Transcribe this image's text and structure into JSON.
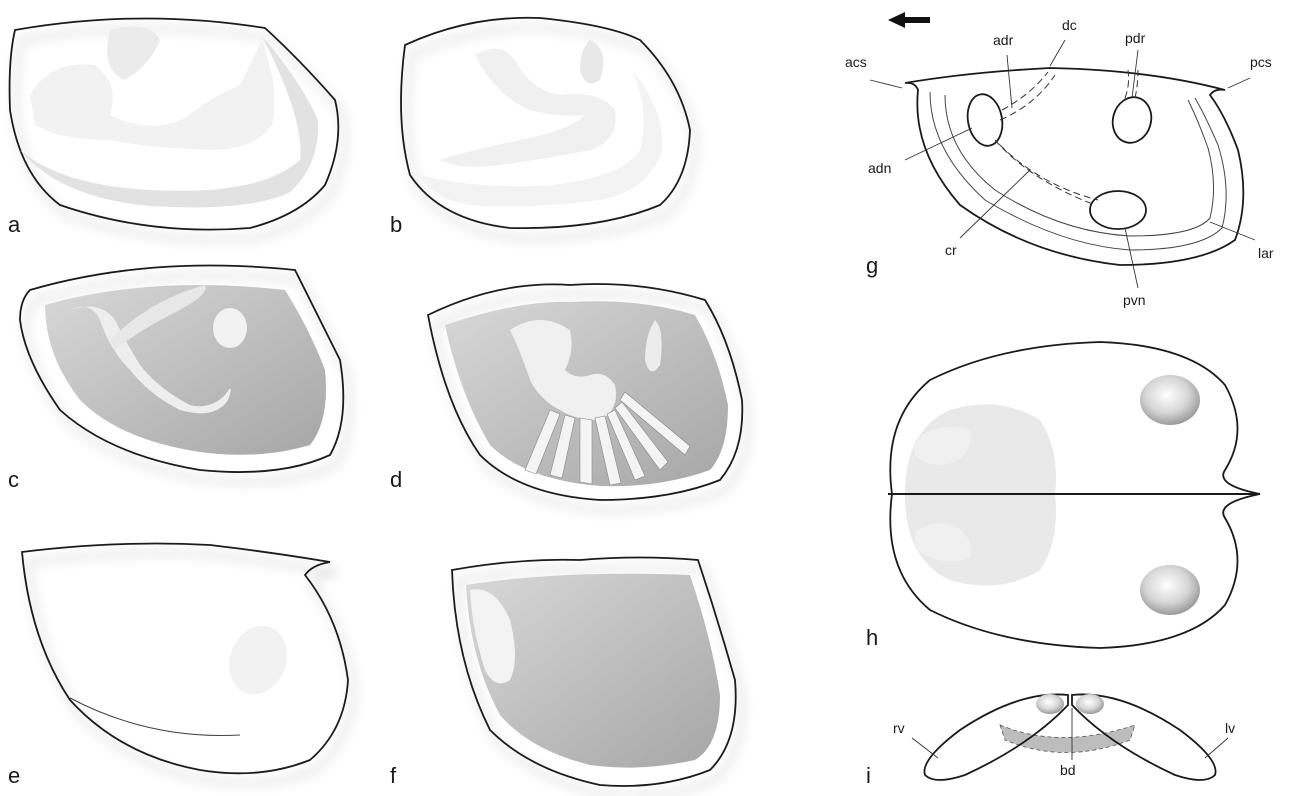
{
  "panels": {
    "a": "a",
    "b": "b",
    "c": "c",
    "d": "d",
    "e": "e",
    "f": "f",
    "g": "g",
    "h": "h",
    "i": "i"
  },
  "annotations_g": {
    "acs": "acs",
    "adr": "adr",
    "dc": "dc",
    "pdr": "pdr",
    "pcs": "pcs",
    "adn": "adn",
    "cr": "cr",
    "pvn": "pvn",
    "lar": "lar"
  },
  "annotations_i": {
    "rv": "rv",
    "bd": "bd",
    "lv": "lv"
  },
  "icons": {
    "direction": "arrow-left-icon"
  },
  "colors": {
    "outline": "#1a1a1a",
    "shell_dark": "#9a9a9a",
    "shell_light": "#e6e6e6",
    "background": "#ffffff"
  }
}
